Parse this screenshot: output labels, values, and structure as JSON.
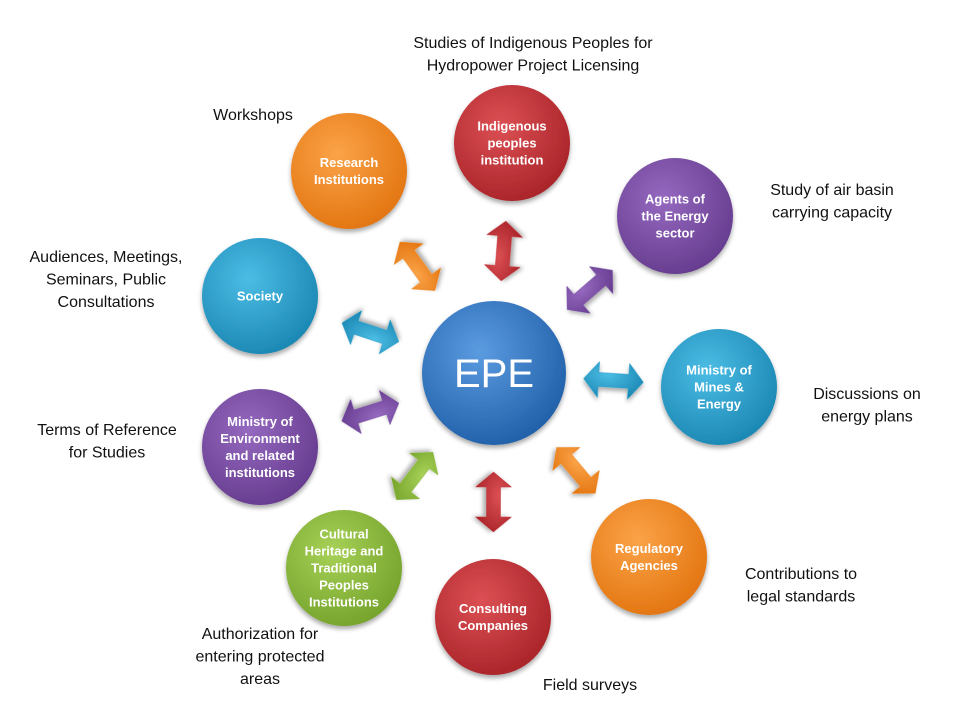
{
  "center": {
    "label": "EPE",
    "color": "#2e75c4"
  },
  "colors": {
    "red": "#c0363a",
    "orange": "#f08a24",
    "purple": "#7a4fa3",
    "teal": "#2a9ec9",
    "green": "#8dba3e",
    "text": "#111111"
  },
  "nodes": [
    {
      "id": "indigenous",
      "label": [
        "Indigenous",
        "peoples",
        "institution"
      ],
      "color": "red",
      "caption": [
        "Studies of Indigenous Peoples for",
        "Hydropower Project Licensing"
      ]
    },
    {
      "id": "energy-agents",
      "label": [
        "Agents of",
        "the Energy",
        "sector"
      ],
      "color": "purple",
      "caption": [
        "Study of air basin",
        "carrying capacity"
      ]
    },
    {
      "id": "mines-energy",
      "label": [
        "Ministry of",
        "Mines &",
        "Energy"
      ],
      "color": "teal",
      "caption": [
        "Discussions on",
        "energy plans"
      ]
    },
    {
      "id": "regulatory",
      "label": [
        "Regulatory",
        "Agencies"
      ],
      "color": "orange",
      "caption": [
        "Contributions to",
        "legal standards"
      ]
    },
    {
      "id": "consulting",
      "label": [
        "Consulting",
        "Companies"
      ],
      "color": "red",
      "caption": [
        "Field surveys"
      ]
    },
    {
      "id": "cultural",
      "label": [
        "Cultural",
        "Heritage and",
        "Traditional",
        "Peoples",
        "Institutions"
      ],
      "color": "green",
      "caption": [
        "Authorization for",
        "entering protected",
        "areas"
      ]
    },
    {
      "id": "environment",
      "label": [
        "Ministry of",
        "Environment",
        "and related",
        "institutions"
      ],
      "color": "purple",
      "caption": [
        "Terms of Reference",
        "for Studies"
      ]
    },
    {
      "id": "society",
      "label": [
        "Society"
      ],
      "color": "teal",
      "caption": [
        "Audiences, Meetings,",
        "Seminars, Public",
        "Consultations"
      ]
    },
    {
      "id": "research",
      "label": [
        "Research",
        "Institutions"
      ],
      "color": "orange",
      "caption": [
        "Workshops"
      ]
    }
  ],
  "icons": {
    "connector": "double-arrow-icon"
  }
}
